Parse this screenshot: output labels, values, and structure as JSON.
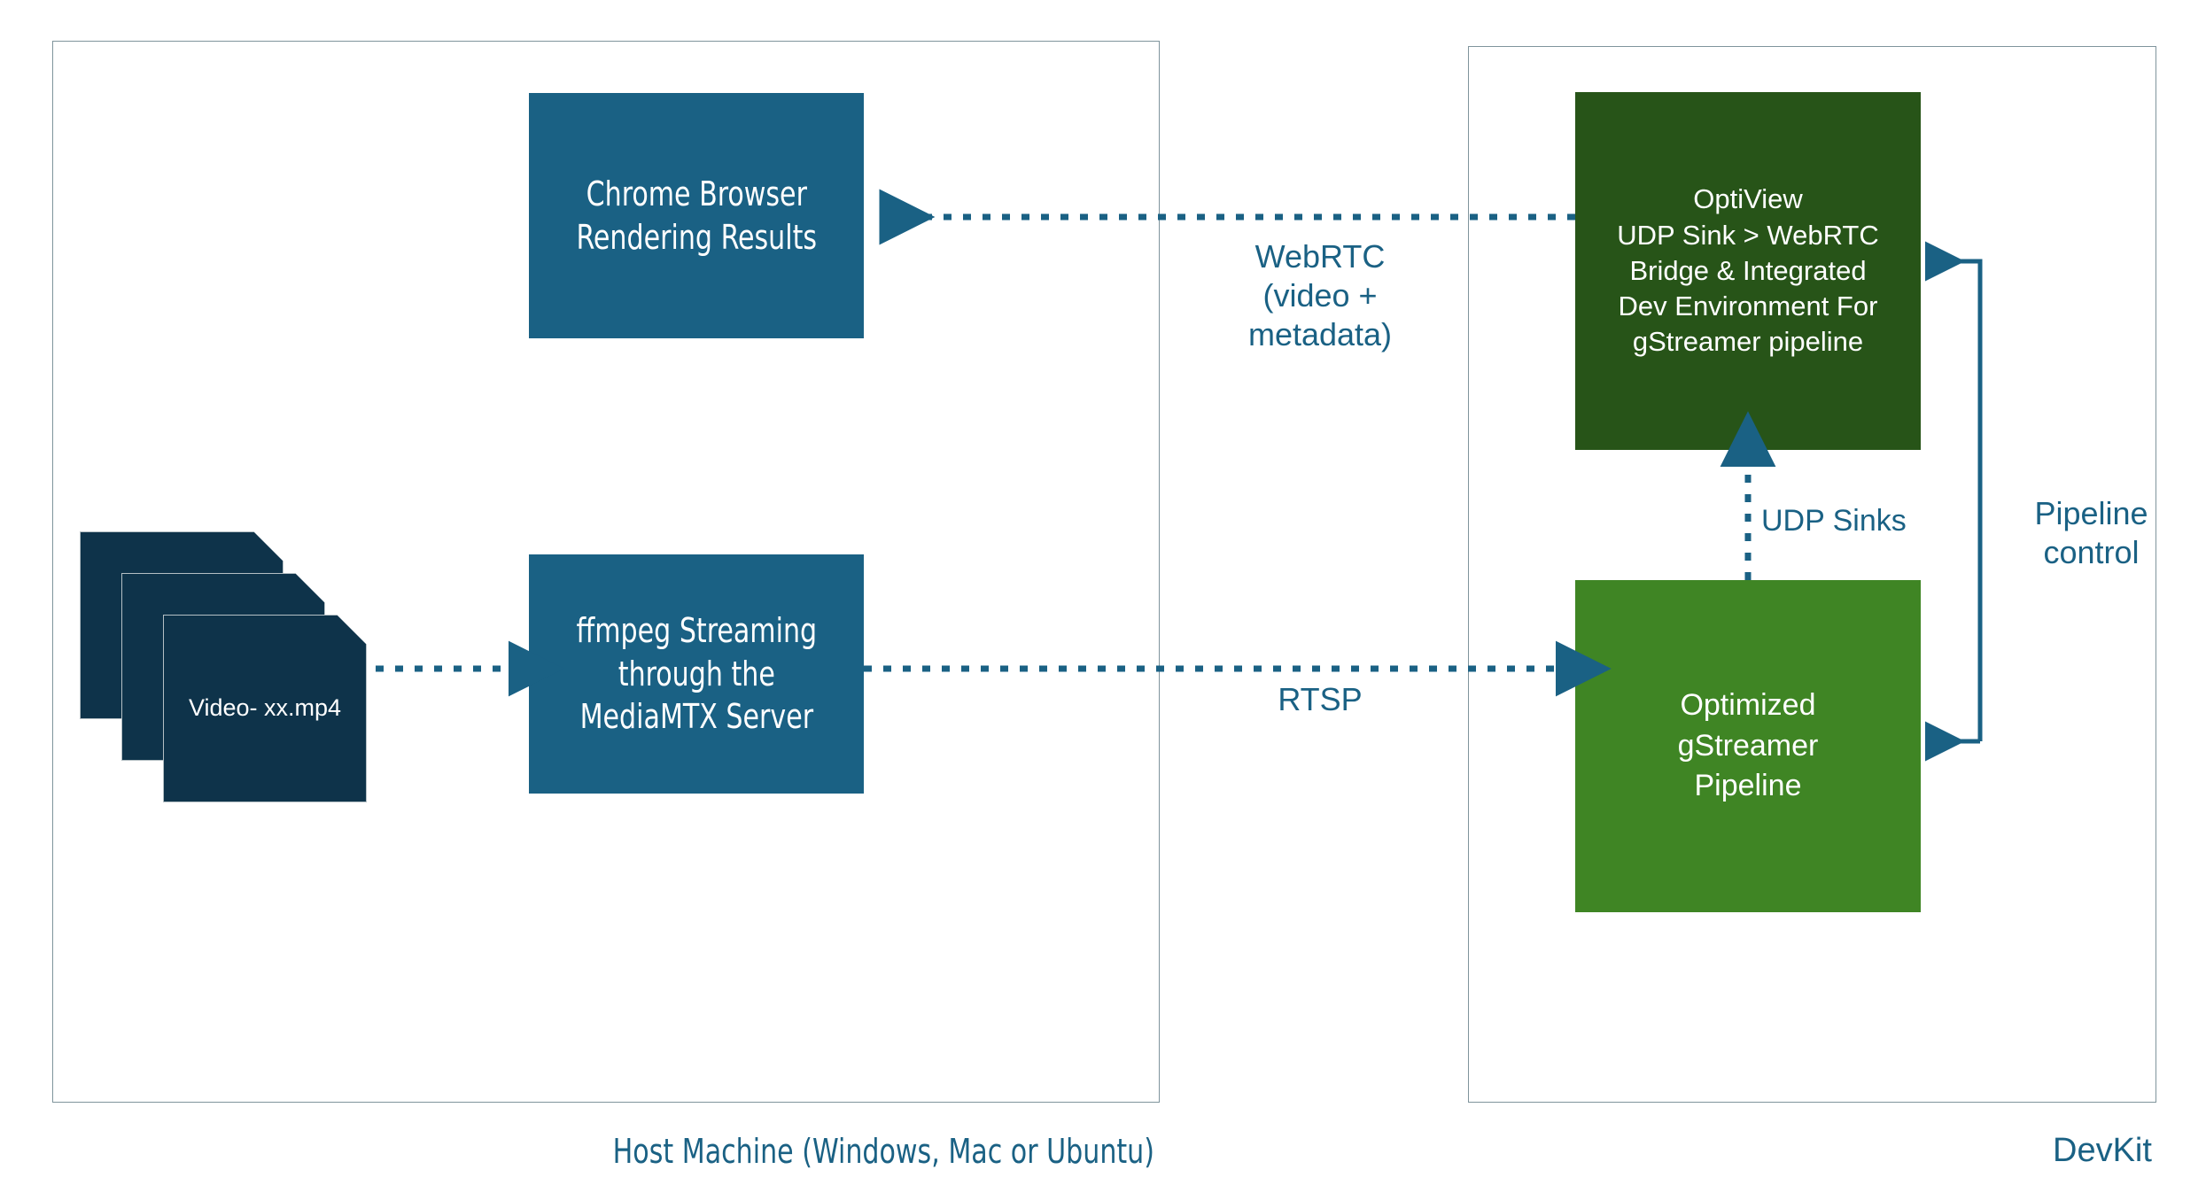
{
  "diagram": {
    "title_hidden": "",
    "colors": {
      "blue": "#1a6184",
      "green_dark": "#275418",
      "green_light": "#3f8524",
      "file_navy": "#0e334a",
      "container_border": "#7f949c",
      "label_text": "#1a6184",
      "node_text": "#ffffff",
      "background": "#ffffff"
    }
  },
  "zones": [
    {
      "id": "host",
      "label": "Host Machine (Windows, Mac or Ubuntu)"
    },
    {
      "id": "devkit",
      "label": "DevKit"
    }
  ],
  "nodes": [
    {
      "id": "chrome",
      "label": "Chrome Browser\nRendering Results",
      "fill": "blue"
    },
    {
      "id": "ffmpeg",
      "label": "ffmpeg Streaming\nthrough the\nMediaMTX Server",
      "fill": "blue"
    },
    {
      "id": "videos",
      "label": "Video-\nxx.mp4",
      "fill": "file_navy"
    },
    {
      "id": "optiview",
      "label": "OptiView\nUDP Sink > WebRTC\nBridge & Integrated\nDev Environment For\ngStreamer pipeline",
      "fill": "green_dark"
    },
    {
      "id": "pipeline",
      "label": "Optimized\ngStreamer\nPipeline",
      "fill": "green_light"
    }
  ],
  "edges": [
    {
      "id": "webrtc",
      "label": "WebRTC\n(video +\nmetadata)",
      "style": "dotted",
      "from": "optiview",
      "to": "chrome"
    },
    {
      "id": "rtsp",
      "label": "RTSP",
      "style": "dotted",
      "from": "ffmpeg",
      "to": "pipeline"
    },
    {
      "id": "udp-sinks",
      "label": "UDP Sinks",
      "style": "dotted",
      "from": "pipeline",
      "to": "optiview"
    },
    {
      "id": "pipeline-control",
      "label": "Pipeline\ncontrol",
      "style": "solid",
      "from": "optiview",
      "to": "pipeline"
    },
    {
      "id": "video-feed",
      "label": "",
      "style": "dotted",
      "from": "videos",
      "to": "ffmpeg"
    }
  ]
}
